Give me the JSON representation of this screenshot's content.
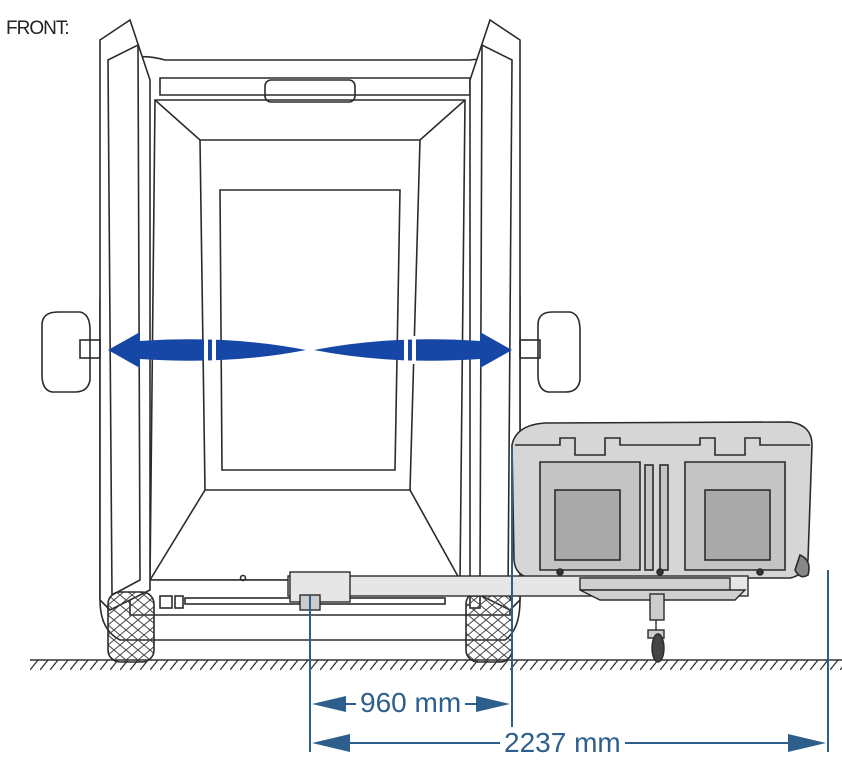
{
  "front_label": "FRONT:",
  "dimensions": {
    "inner_width": "960 mm",
    "overall_width": "2237 mm"
  },
  "colors": {
    "line": "#2b2b2b",
    "dimension": "#2e5f8c",
    "arrow": "#1747a6",
    "box_fill": "#d6d6d6",
    "box_dark": "#a9a9a9"
  },
  "icons": [
    "double-arrow-icon",
    "tire-tread-icon",
    "ground-hatch-icon"
  ]
}
